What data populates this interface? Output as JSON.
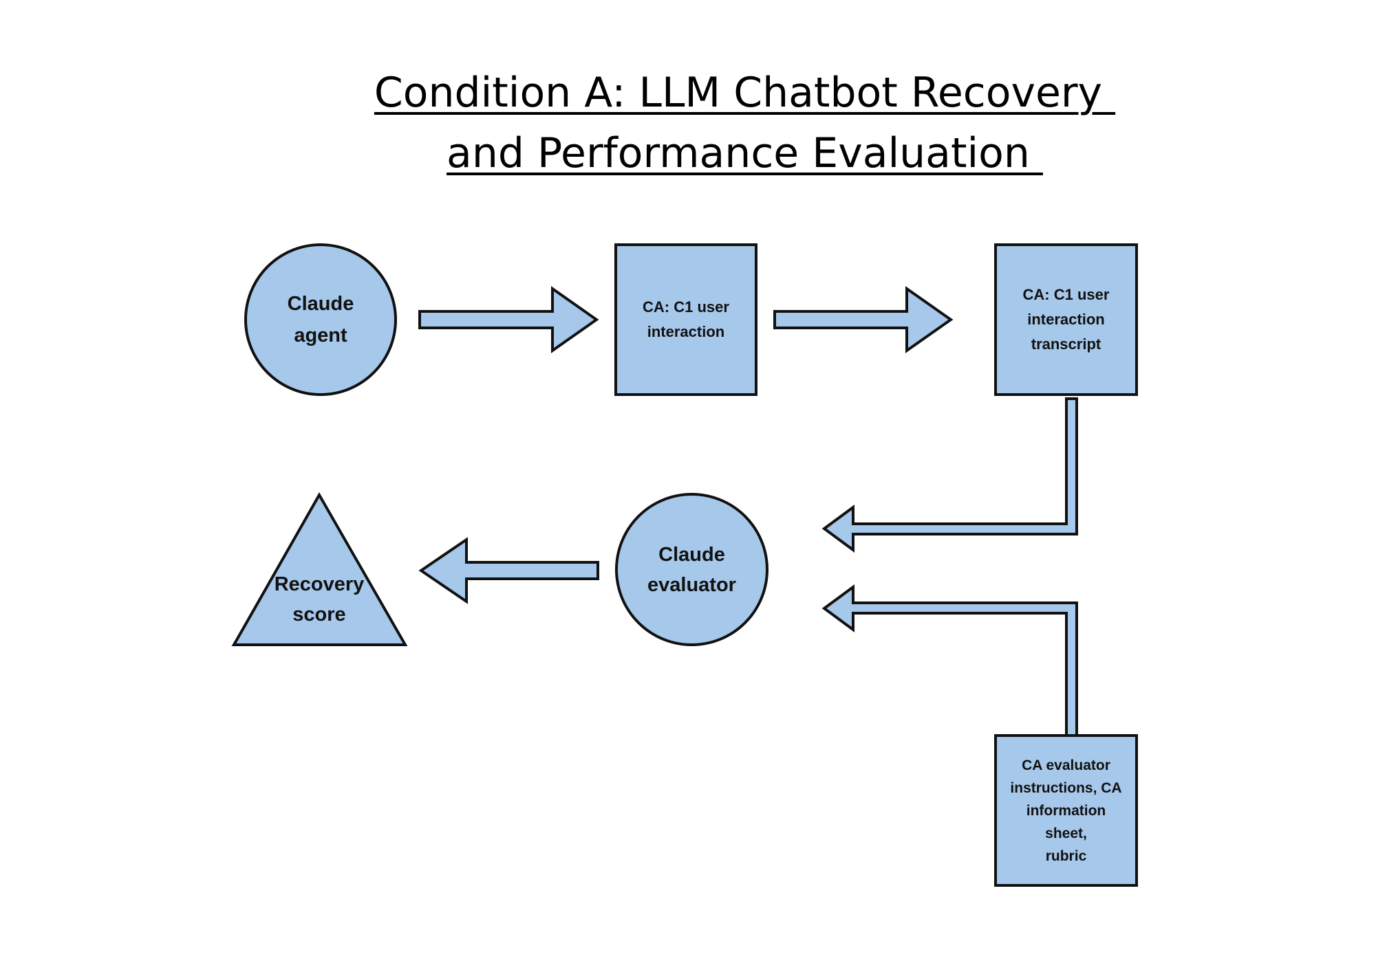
{
  "title": {
    "line1": "Condition A: LLM Chatbot Recovery ",
    "line2": "and Performance Evaluation "
  },
  "nodes": {
    "claude_agent": "Claude\nagent",
    "user_interaction": "CA:  C1 user\ninteraction",
    "transcript": "CA: C1 user\ninteraction\ntranscript",
    "claude_evaluator": "Claude\nevaluator",
    "evaluator_inputs": "CA evaluator\ninstructions, CA\ninformation\nsheet,\nrubric",
    "recovery_score": "Recovery\nscore"
  },
  "colors": {
    "shape_fill": "#a6c8ea",
    "shape_stroke": "#111111",
    "background": "#ffffff"
  }
}
